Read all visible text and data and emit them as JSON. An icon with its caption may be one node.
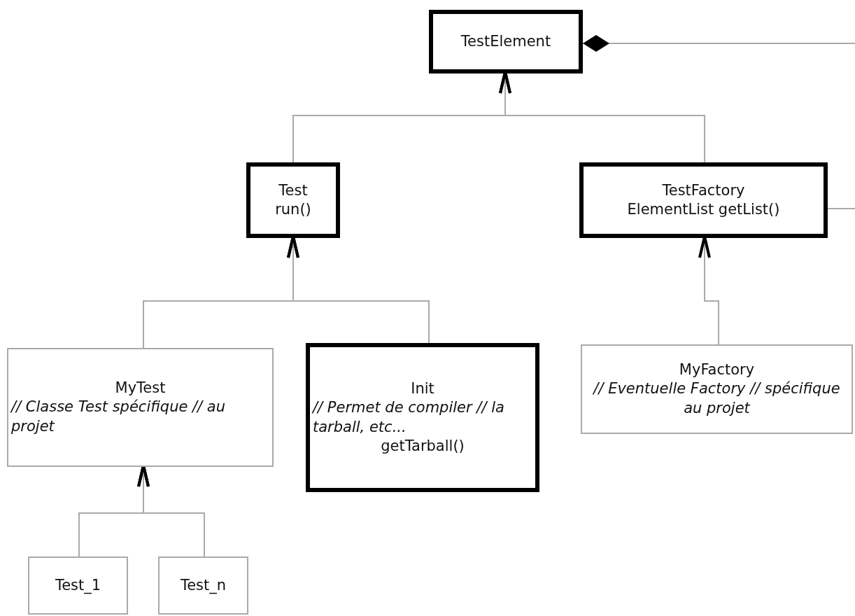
{
  "diagram": {
    "nodes": [
      {
        "text": [
          "TestElement"
        ]
      },
      {
        "text": [
          "Test",
          "run()"
        ]
      },
      {
        "text": [
          "TestFactory",
          "ElementList getList()"
        ]
      },
      {
        "text": [
          "MyTest",
          "// Classe Test spécifique // au projet"
        ]
      },
      {
        "text": [
          "Init",
          "// Permet de compiler // la tarball, etc...",
          "getTarball()"
        ]
      },
      {
        "text": [
          "MyFactory",
          "// Eventuelle Factory // spécifique au projet"
        ]
      },
      {
        "text": [
          "Test_1"
        ]
      },
      {
        "text": [
          "Test_n"
        ]
      }
    ],
    "edges": [
      {
        "from": 1,
        "to": 0,
        "arrow": "to"
      },
      {
        "from": 2,
        "to": 0,
        "arrow": "to"
      },
      {
        "from": 3,
        "to": 1,
        "arrow": "to"
      },
      {
        "from": 4,
        "to": 1,
        "arrow": "to"
      },
      {
        "from": 5,
        "to": 2,
        "arrow": "to"
      },
      {
        "from": 6,
        "to": 3,
        "arrow": "to"
      },
      {
        "from": 7,
        "to": 3,
        "arrow": "to"
      },
      {
        "from": 0,
        "to": null,
        "arrow": "other"
      },
      {
        "from": 2,
        "to": null,
        "arrow": "none"
      }
    ]
  }
}
